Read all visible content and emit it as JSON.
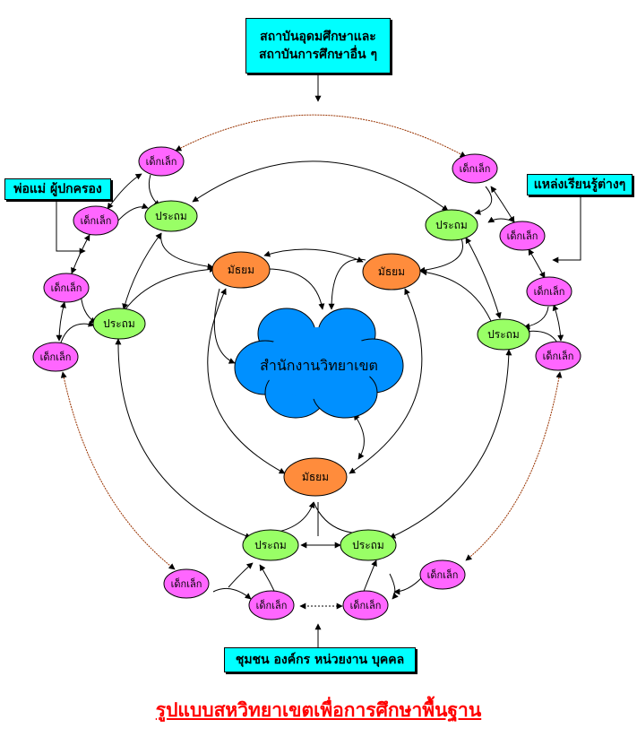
{
  "boxes": {
    "top": {
      "line1": "สถาบันอุดมศึกษาและ",
      "line2": "สถาบันการศึกษาอื่น ๆ"
    },
    "left": "พ่อแม่ ผู้ปกครอง",
    "right": "แหล่งเรียนรู้ต่างๆ",
    "bottom": "ชุมชน องค์กร หน่วยงาน บุคคล"
  },
  "center_label": "สำนักงานวิทยาเขต",
  "node_labels": {
    "kid": "เด็กเล็ก",
    "primary": "ประถม",
    "secondary": "มัธยม"
  },
  "node_colors": {
    "kid": "#ff66ff",
    "primary": "#99ff66",
    "secondary": "#ff8c3c",
    "center": "#0090ff",
    "box": "#00ffff",
    "title": "#ff0000"
  },
  "title": "รูปแบบสหวิทยาเขตเพื่อการศึกษาพื้นฐาน"
}
